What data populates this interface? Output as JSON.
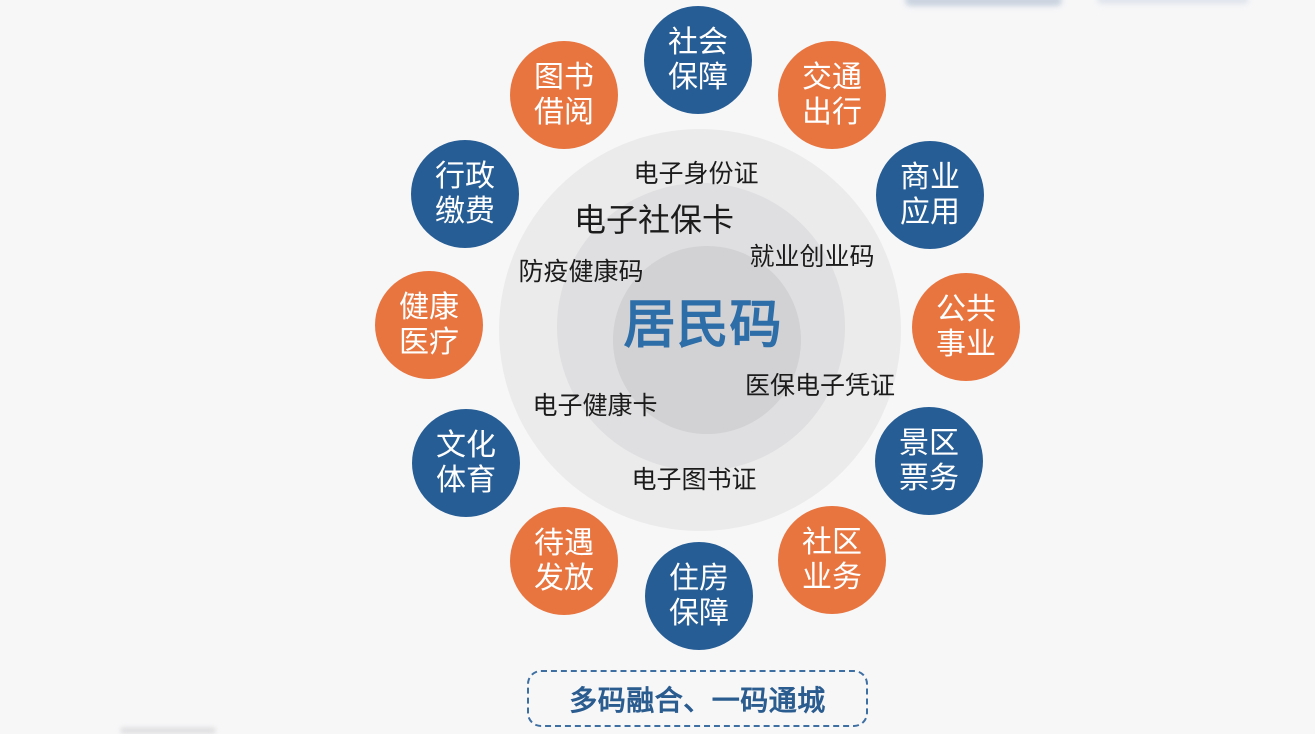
{
  "colors": {
    "bg": "#F7F7F8",
    "blue": "#275D95",
    "orange": "#E87540",
    "ring1": "#EBEBEC",
    "ring2": "#DFDFE1",
    "ring3": "#D2D2D4",
    "centerTitle": "#2D6DA8",
    "label": "#1B1B1B",
    "sloganText": "#2B5C8F",
    "sloganBorder": "#3E6FA3"
  },
  "center": {
    "title": "居民码"
  },
  "credentials": [
    {
      "text": "电子身份证"
    },
    {
      "text": "电子社保卡"
    },
    {
      "text": "就业创业码"
    },
    {
      "text": "防疫健康码"
    },
    {
      "text": "医保电子凭证"
    },
    {
      "text": "电子健康卡"
    },
    {
      "text": "电子图书证"
    }
  ],
  "satellites": [
    {
      "label": "社会保障",
      "line1": "社会",
      "line2": "保障",
      "color": "blue"
    },
    {
      "label": "交通出行",
      "line1": "交通",
      "line2": "出行",
      "color": "orange"
    },
    {
      "label": "商业应用",
      "line1": "商业",
      "line2": "应用",
      "color": "blue"
    },
    {
      "label": "公共事业",
      "line1": "公共",
      "line2": "事业",
      "color": "orange"
    },
    {
      "label": "景区票务",
      "line1": "景区",
      "line2": "票务",
      "color": "blue"
    },
    {
      "label": "社区业务",
      "line1": "社区",
      "line2": "业务",
      "color": "orange"
    },
    {
      "label": "住房保障",
      "line1": "住房",
      "line2": "保障",
      "color": "blue"
    },
    {
      "label": "待遇发放",
      "line1": "待遇",
      "line2": "发放",
      "color": "orange"
    },
    {
      "label": "文化体育",
      "line1": "文化",
      "line2": "体育",
      "color": "blue"
    },
    {
      "label": "健康医疗",
      "line1": "健康",
      "line2": "医疗",
      "color": "orange"
    },
    {
      "label": "行政缴费",
      "line1": "行政",
      "line2": "缴费",
      "color": "blue"
    },
    {
      "label": "图书借阅",
      "line1": "图书",
      "line2": "借阅",
      "color": "orange"
    }
  ],
  "slogan": {
    "text": "多码融合、一码通城"
  }
}
